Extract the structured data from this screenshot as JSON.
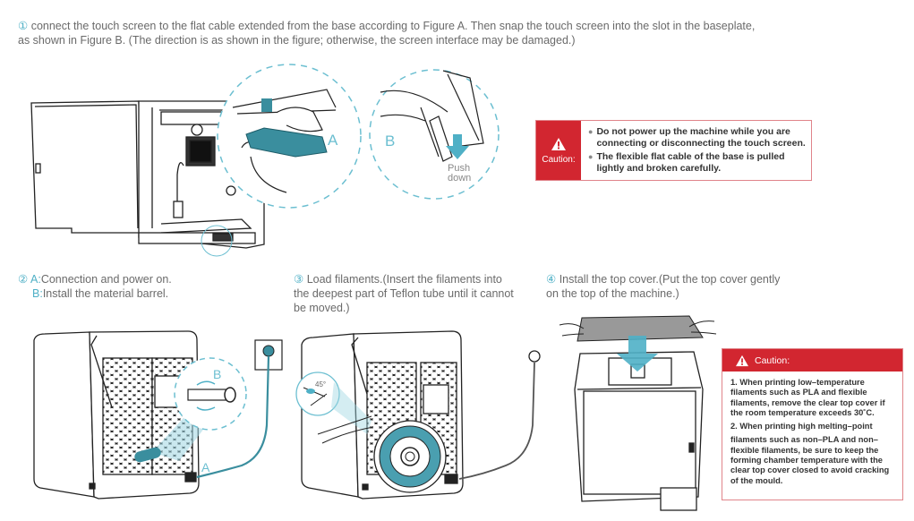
{
  "step1": {
    "number": "①",
    "line1": "connect the touch screen to the flat cable extended from the base according to Figure A. Then snap the touch screen into the slot in the baseplate,",
    "line2": "as shown in Figure B. (The direction is as shown in the figure; otherwise, the screen interface may be damaged.)",
    "figure_labels": {
      "a": "A",
      "b": "B",
      "push_down": [
        "Push",
        "down"
      ]
    }
  },
  "caution1": {
    "icon": "warning-triangle-icon",
    "label": "Caution:",
    "items": [
      "Do not power up the machine while you are connecting or disconnecting the touch screen.",
      "The flexible flat cable of the base is pulled lightly and broken carefully."
    ]
  },
  "step2": {
    "number": "②",
    "line1_prefix": "A:",
    "line1": "Connection and power on.",
    "line2_prefix": "B:",
    "line2": "Install the material barrel.",
    "figure_labels": {
      "a": "A",
      "b": "B"
    }
  },
  "step3": {
    "number": "③",
    "line1": "Load filaments.(Insert the filaments into",
    "line2": "the deepest part of Teflon tube until it cannot",
    "line3": "be moved.)",
    "figure_labels": {
      "angle": "45°"
    }
  },
  "step4": {
    "number": "④",
    "line1": "Install the top cover.(Put the top cover gently",
    "line2": "on the top of the machine.)"
  },
  "caution2": {
    "icon": "warning-triangle-icon",
    "label": "Caution:",
    "items": [
      "1. When printing low–temperature filaments such as PLA and flexible filaments, remove the clear top cover if the room temperature exceeds 30˚C.",
      "2. When printing high melting–point",
      "filaments such as non–PLA and non–flexible filaments, be sure to keep the forming chamber temperature with the clear top cover closed to avoid cracking of the mould."
    ]
  },
  "colors": {
    "accent": "#4fb0c6",
    "caution_red": "#d22630",
    "caution_border": "#e0848a",
    "text": "#6a6a6a"
  }
}
